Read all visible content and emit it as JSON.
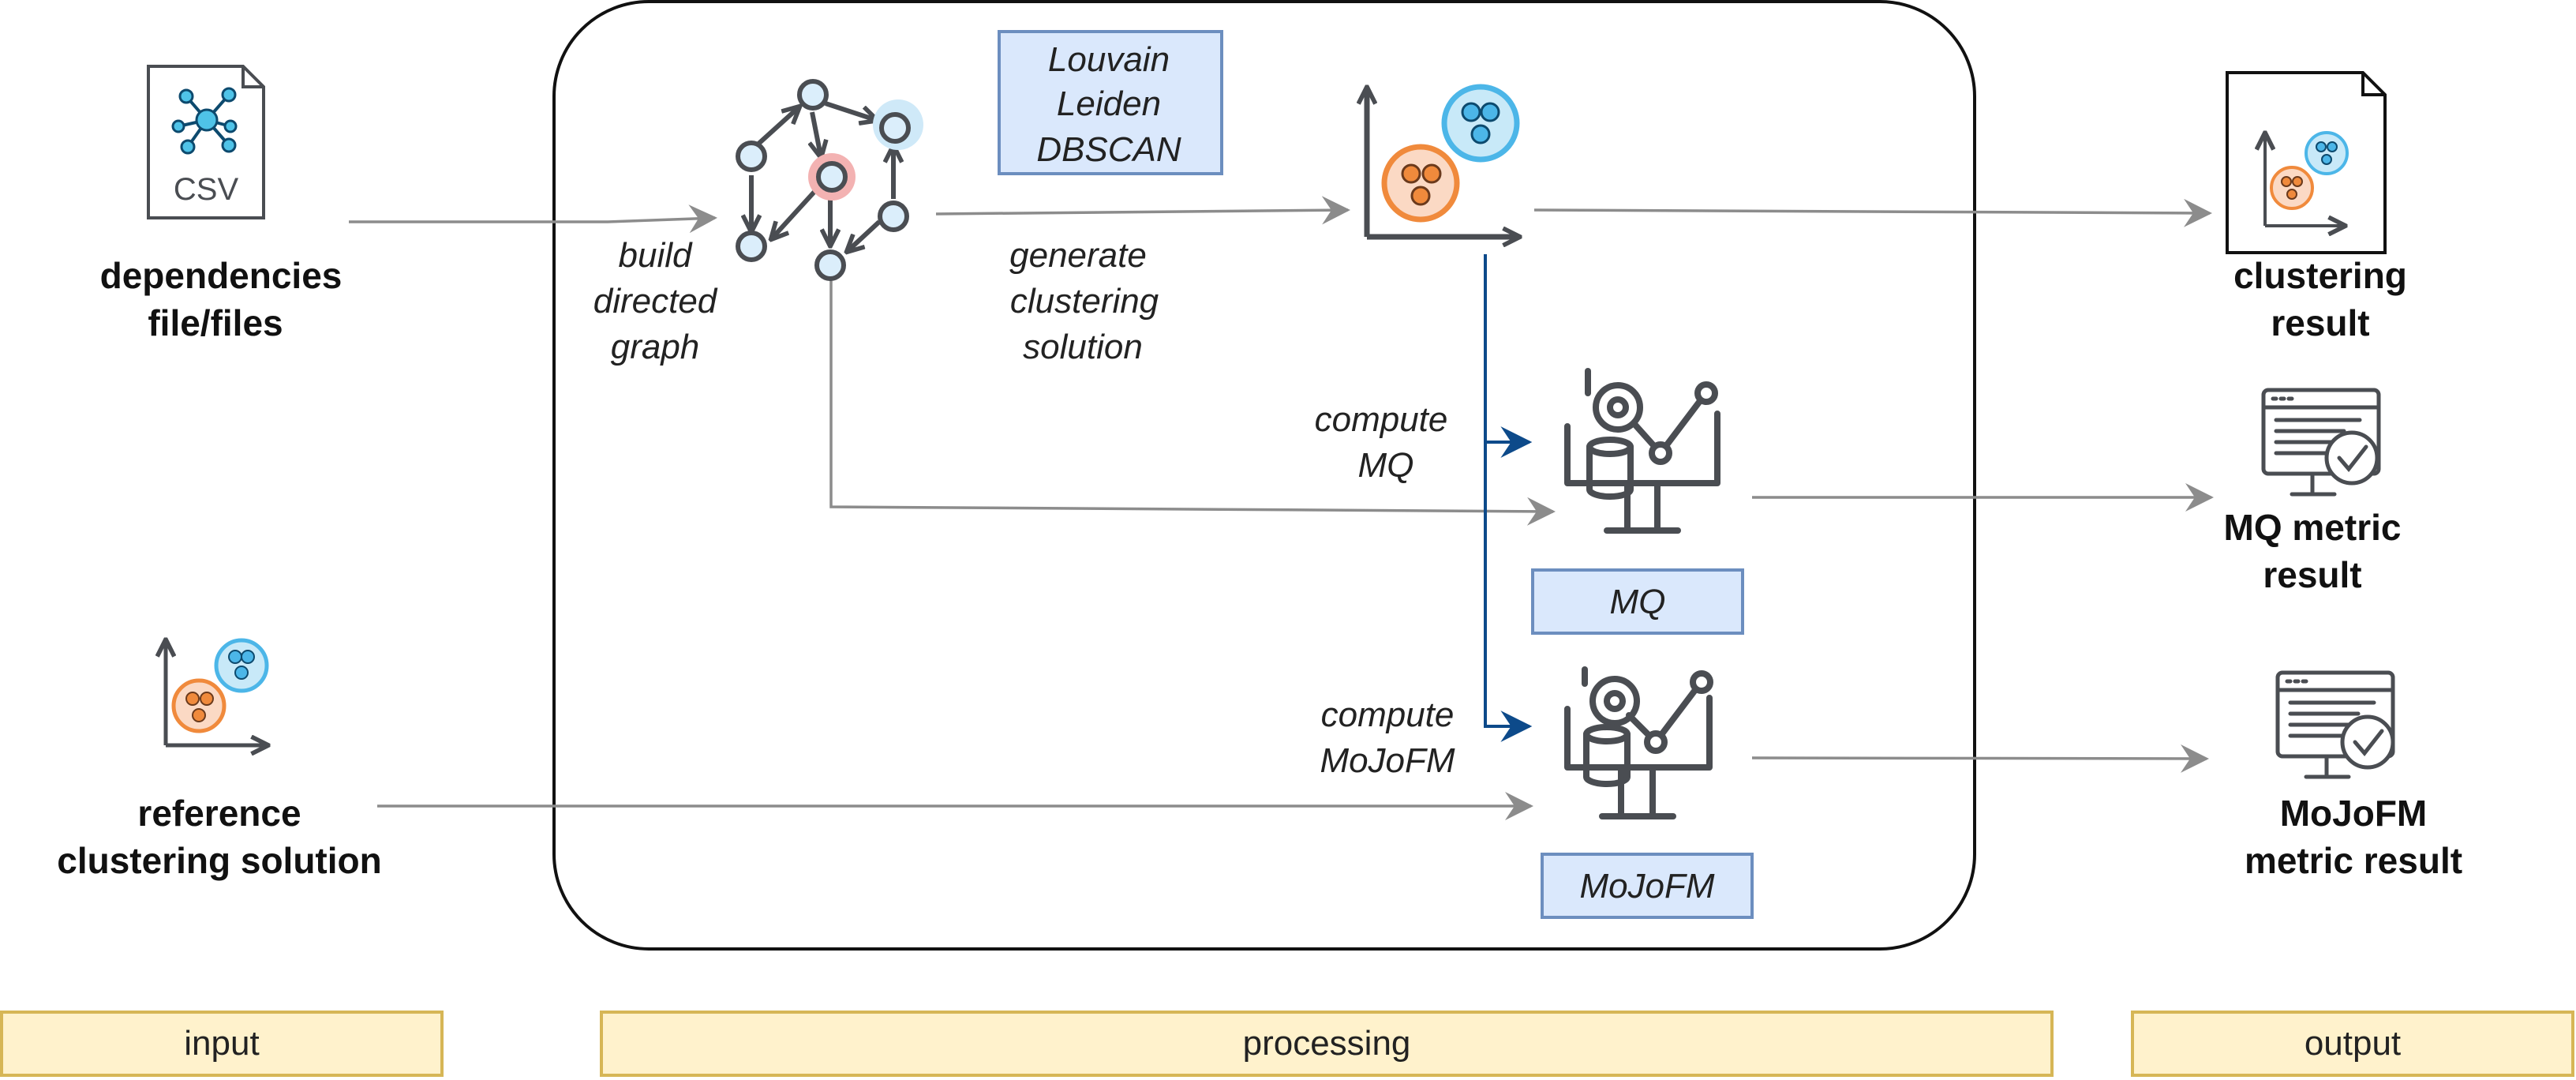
{
  "inputs": {
    "dependencies": {
      "line1": "dependencies",
      "line2": "file/files",
      "icon_text": "CSV",
      "icon": "csv-file-icon"
    },
    "reference": {
      "line1": "reference",
      "line2": "clustering solution",
      "icon": "cluster-chart-icon"
    }
  },
  "processing": {
    "algorithms": [
      "Louvain",
      "Leiden",
      "DBSCAN"
    ],
    "build_graph": [
      "build",
      "directed",
      "graph"
    ],
    "generate": [
      "generate",
      "clustering",
      "solution"
    ],
    "compute_mq": [
      "compute",
      "MQ"
    ],
    "compute_mojofm": [
      "compute",
      "MoJoFM"
    ],
    "mq_box": "MQ",
    "mojofm_box": "MoJoFM"
  },
  "outputs": {
    "clustering": {
      "line1": "clustering",
      "line2": "result"
    },
    "mq": {
      "line1": "MQ metric",
      "line2": "result"
    },
    "mojofm": {
      "line1": "MoJoFM",
      "line2": "metric result"
    }
  },
  "bands": {
    "input": "input",
    "processing": "processing",
    "output": "output"
  },
  "colors": {
    "arrow_gray": "#8c8c8c",
    "arrow_blue": "#0d4a8a",
    "icon_dark": "#4a4d52",
    "label_box_fill": "#dae8fc",
    "label_box_stroke": "#6c8ebf",
    "band_fill": "#fff2cc",
    "band_stroke": "#d6b656",
    "cluster_orange": "#f08a3c",
    "cluster_blue": "#4cb6e8"
  }
}
